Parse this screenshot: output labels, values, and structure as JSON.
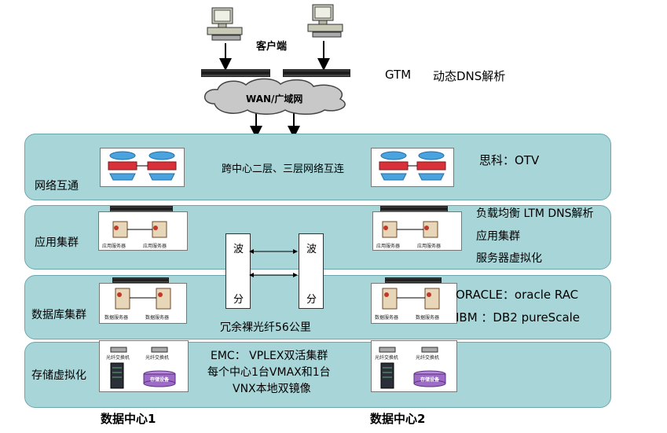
{
  "client": {
    "label": "客户端"
  },
  "gtm": {
    "label": "GTM",
    "desc": "动态DNS解析"
  },
  "wan": {
    "label": "WAN/广域网"
  },
  "rows": {
    "network": {
      "title": "网络互通",
      "center": "跨中心二层、三层网络互连",
      "right": [
        "思科：OTV"
      ]
    },
    "app": {
      "title": "应用集群",
      "right": [
        "负载均衡 LTM DNS解析",
        "应用集群",
        "服务器虚拟化"
      ],
      "server_caption": "应用服务器"
    },
    "db": {
      "title": "数据库集群",
      "right": [
        "ORACLE：oracle   RAC",
        "IBM   ：DB2 pureScale"
      ],
      "server_caption": "数据服务器",
      "fiber": "冗余裸光纤56公里"
    },
    "storage": {
      "title": "存储虚拟化",
      "lines": [
        "EMC：  VPLEX双活集群",
        "每个中心1台VMAX和1台",
        "VNX本地双镜像"
      ],
      "switch_caption": "光纤交换机",
      "storage_caption": "存储设备"
    }
  },
  "wdm": {
    "char1": "波",
    "char2": "分"
  },
  "datacenters": [
    "数据中心1",
    "数据中心2"
  ],
  "colors": {
    "band": "#a8d5d8",
    "router": "#4aa3df",
    "firewall": "#d9313a"
  }
}
